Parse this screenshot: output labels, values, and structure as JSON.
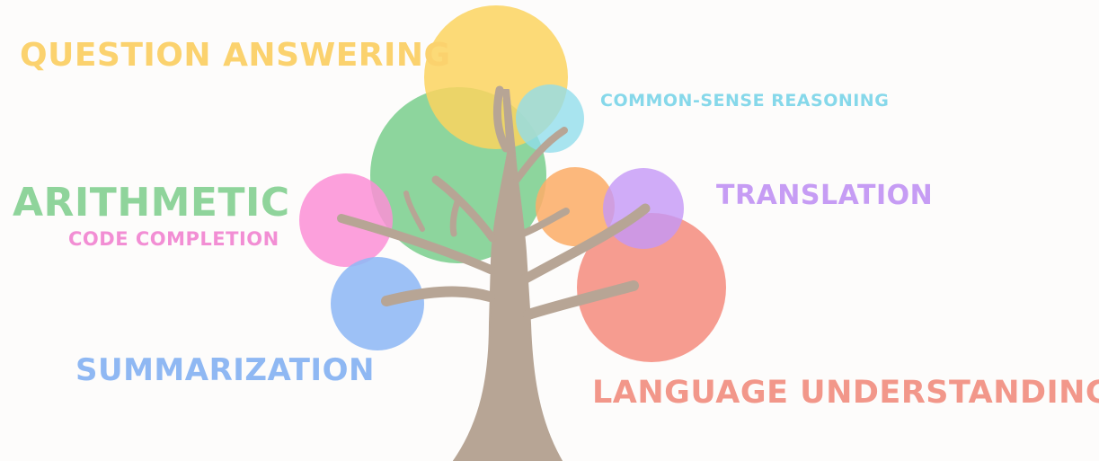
{
  "labels": {
    "question_answering": "QUESTION ANSWERING",
    "common_sense_reasoning": "COMMON-SENSE REASONING",
    "arithmetic": "ARITHMETIC",
    "code_completion": "CODE COMPLETION",
    "translation": "TRANSLATION",
    "summarization": "SUMMARIZATION",
    "language_understanding": "LANGUAGE UNDERSTANDING"
  },
  "colors": {
    "background": "#fdfcfb",
    "trunk": "#b7a595",
    "question_answering": "#fbd26e",
    "common_sense_reasoning": "#86d8ea",
    "arithmetic": "#8fd49b",
    "code_completion": "#f28ed4",
    "translation": "#c69cf4",
    "summarization": "#8fb8f3",
    "language_understanding": "#f2978a",
    "orange_circle": "#fbb274"
  }
}
